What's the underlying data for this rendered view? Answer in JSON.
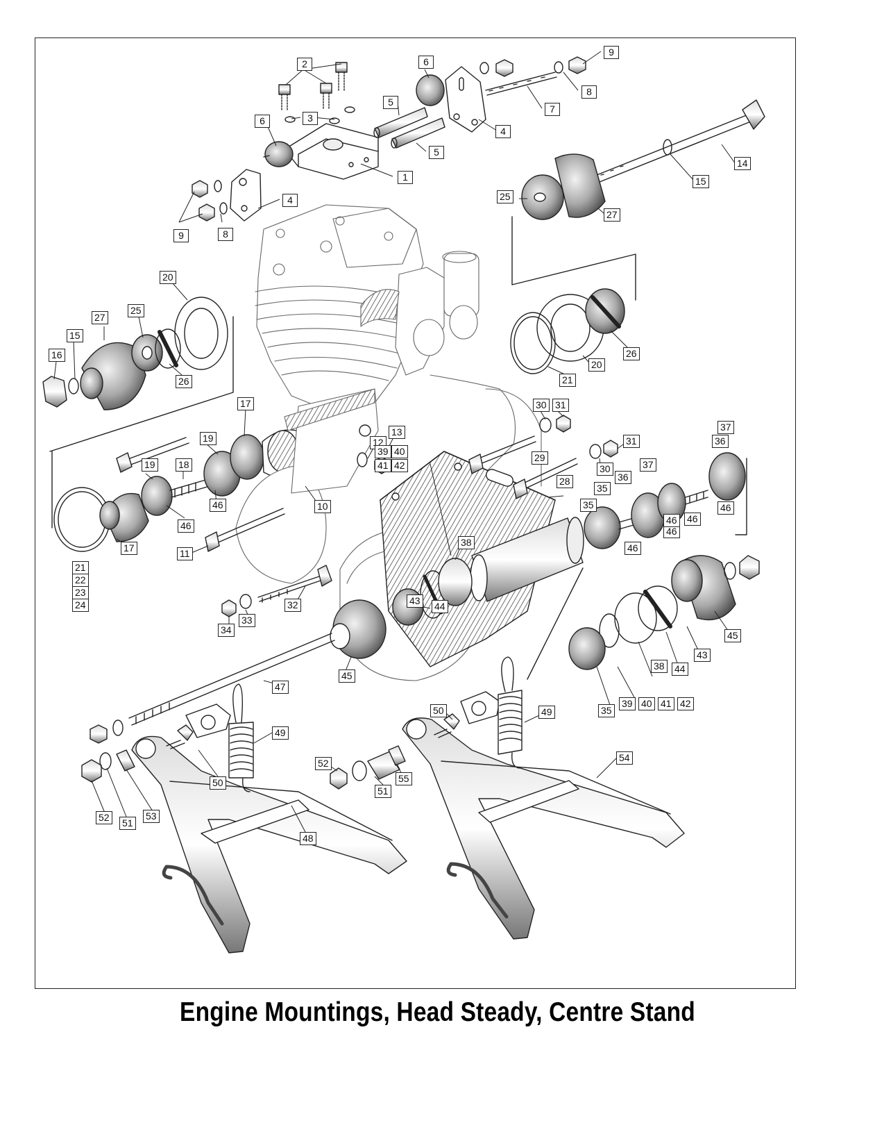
{
  "caption": "Engine Mountings, Head Steady, Centre Stand",
  "colors": {
    "ink": "#222222",
    "shade": "#9a9a9a",
    "paper": "#ffffff"
  },
  "labels": [
    {
      "id": "l1",
      "text": "1"
    },
    {
      "id": "l2",
      "text": "2"
    },
    {
      "id": "l3",
      "text": "3"
    },
    {
      "id": "l4a",
      "text": "4"
    },
    {
      "id": "l4b",
      "text": "4"
    },
    {
      "id": "l5a",
      "text": "5"
    },
    {
      "id": "l5b",
      "text": "5"
    },
    {
      "id": "l6a",
      "text": "6"
    },
    {
      "id": "l6b",
      "text": "6"
    },
    {
      "id": "l7",
      "text": "7"
    },
    {
      "id": "l8a",
      "text": "8"
    },
    {
      "id": "l8b",
      "text": "8"
    },
    {
      "id": "l9a",
      "text": "9"
    },
    {
      "id": "l9b",
      "text": "9"
    },
    {
      "id": "l10",
      "text": "10"
    },
    {
      "id": "l11",
      "text": "11"
    },
    {
      "id": "l12",
      "text": "12"
    },
    {
      "id": "l13",
      "text": "13"
    },
    {
      "id": "l14",
      "text": "14"
    },
    {
      "id": "l15a",
      "text": "15"
    },
    {
      "id": "l15b",
      "text": "15"
    },
    {
      "id": "l16",
      "text": "16"
    },
    {
      "id": "l17a",
      "text": "17"
    },
    {
      "id": "l17b",
      "text": "17"
    },
    {
      "id": "l18",
      "text": "18"
    },
    {
      "id": "l19a",
      "text": "19"
    },
    {
      "id": "l19b",
      "text": "19"
    },
    {
      "id": "l20a",
      "text": "20"
    },
    {
      "id": "l20b",
      "text": "20"
    },
    {
      "id": "l21a",
      "text": "21"
    },
    {
      "id": "l21b",
      "text": "21"
    },
    {
      "id": "l22",
      "text": "22"
    },
    {
      "id": "l23",
      "text": "23"
    },
    {
      "id": "l24",
      "text": "24"
    },
    {
      "id": "l25a",
      "text": "25"
    },
    {
      "id": "l25b",
      "text": "25"
    },
    {
      "id": "l26a",
      "text": "26"
    },
    {
      "id": "l26b",
      "text": "26"
    },
    {
      "id": "l27a",
      "text": "27"
    },
    {
      "id": "l27b",
      "text": "27"
    },
    {
      "id": "l28",
      "text": "28"
    },
    {
      "id": "l29",
      "text": "29"
    },
    {
      "id": "l30a",
      "text": "30"
    },
    {
      "id": "l30b",
      "text": "30"
    },
    {
      "id": "l31a",
      "text": "31"
    },
    {
      "id": "l31b",
      "text": "31"
    },
    {
      "id": "l32",
      "text": "32"
    },
    {
      "id": "l33",
      "text": "33"
    },
    {
      "id": "l34",
      "text": "34"
    },
    {
      "id": "l35a",
      "text": "35"
    },
    {
      "id": "l35b",
      "text": "35"
    },
    {
      "id": "l35c",
      "text": "35"
    },
    {
      "id": "l36a",
      "text": "36"
    },
    {
      "id": "l36b",
      "text": "36"
    },
    {
      "id": "l37a",
      "text": "37"
    },
    {
      "id": "l37b",
      "text": "37"
    },
    {
      "id": "l38a",
      "text": "38"
    },
    {
      "id": "l38b",
      "text": "38"
    },
    {
      "id": "l39a",
      "text": "39"
    },
    {
      "id": "l40a",
      "text": "40"
    },
    {
      "id": "l41a",
      "text": "41"
    },
    {
      "id": "l42a",
      "text": "42"
    },
    {
      "id": "l39b",
      "text": "39"
    },
    {
      "id": "l40b",
      "text": "40"
    },
    {
      "id": "l41b",
      "text": "41"
    },
    {
      "id": "l42b",
      "text": "42"
    },
    {
      "id": "l43a",
      "text": "43"
    },
    {
      "id": "l43b",
      "text": "43"
    },
    {
      "id": "l44a",
      "text": "44"
    },
    {
      "id": "l44b",
      "text": "44"
    },
    {
      "id": "l45a",
      "text": "45"
    },
    {
      "id": "l45b",
      "text": "45"
    },
    {
      "id": "l46a",
      "text": "46"
    },
    {
      "id": "l46b",
      "text": "46"
    },
    {
      "id": "l46c",
      "text": "46"
    },
    {
      "id": "l46d",
      "text": "46"
    },
    {
      "id": "l46e",
      "text": "46"
    },
    {
      "id": "l46f",
      "text": "46"
    },
    {
      "id": "l46g",
      "text": "46"
    },
    {
      "id": "l47",
      "text": "47"
    },
    {
      "id": "l48",
      "text": "48"
    },
    {
      "id": "l49a",
      "text": "49"
    },
    {
      "id": "l49b",
      "text": "49"
    },
    {
      "id": "l50a",
      "text": "50"
    },
    {
      "id": "l50b",
      "text": "50"
    },
    {
      "id": "l51a",
      "text": "51"
    },
    {
      "id": "l51b",
      "text": "51"
    },
    {
      "id": "l52a",
      "text": "52"
    },
    {
      "id": "l52b",
      "text": "52"
    },
    {
      "id": "l53",
      "text": "53"
    },
    {
      "id": "l54",
      "text": "54"
    },
    {
      "id": "l55",
      "text": "55"
    }
  ]
}
